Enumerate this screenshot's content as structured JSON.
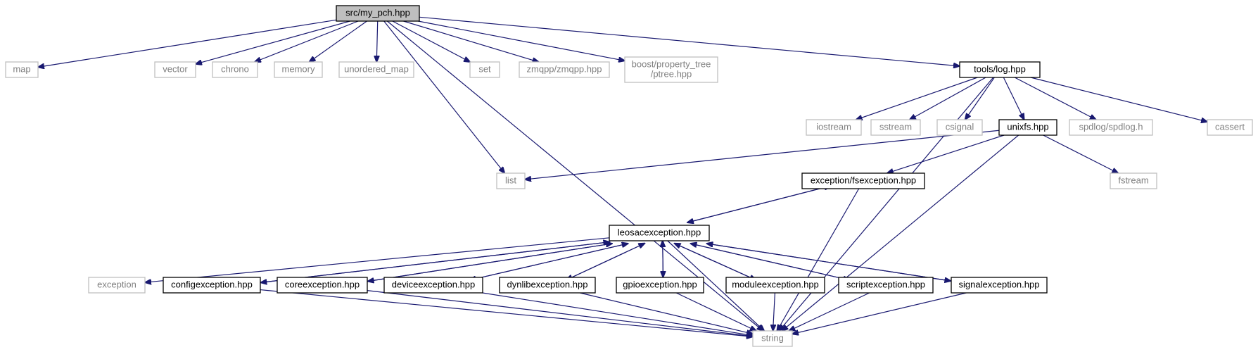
{
  "graph": {
    "nodes": [
      {
        "id": "my_pch",
        "label": "src/my_pch.hpp",
        "kind": "root"
      },
      {
        "id": "map",
        "label": "map",
        "kind": "external"
      },
      {
        "id": "vector",
        "label": "vector",
        "kind": "external"
      },
      {
        "id": "chrono",
        "label": "chrono",
        "kind": "external"
      },
      {
        "id": "memory",
        "label": "memory",
        "kind": "external"
      },
      {
        "id": "unordered_map",
        "label": "unordered_map",
        "kind": "external"
      },
      {
        "id": "set",
        "label": "set",
        "kind": "external"
      },
      {
        "id": "zmqpp",
        "label": "zmqpp/zmqpp.hpp",
        "kind": "external"
      },
      {
        "id": "ptree",
        "label": "boost/property_tree\n/ptree.hpp",
        "kind": "external"
      },
      {
        "id": "log",
        "label": "tools/log.hpp",
        "kind": "project"
      },
      {
        "id": "iostream",
        "label": "iostream",
        "kind": "external"
      },
      {
        "id": "sstream",
        "label": "sstream",
        "kind": "external"
      },
      {
        "id": "csignal",
        "label": "csignal",
        "kind": "external"
      },
      {
        "id": "unixfs",
        "label": "unixfs.hpp",
        "kind": "project"
      },
      {
        "id": "spdlog",
        "label": "spdlog/spdlog.h",
        "kind": "external"
      },
      {
        "id": "cassert",
        "label": "cassert",
        "kind": "external"
      },
      {
        "id": "list",
        "label": "list",
        "kind": "external"
      },
      {
        "id": "fsexception",
        "label": "exception/fsexception.hpp",
        "kind": "project"
      },
      {
        "id": "fstream",
        "label": "fstream",
        "kind": "external"
      },
      {
        "id": "leosac",
        "label": "leosacexception.hpp",
        "kind": "project"
      },
      {
        "id": "exception",
        "label": "exception",
        "kind": "external"
      },
      {
        "id": "configex",
        "label": "configexception.hpp",
        "kind": "project"
      },
      {
        "id": "coreex",
        "label": "coreexception.hpp",
        "kind": "project"
      },
      {
        "id": "deviceex",
        "label": "deviceexception.hpp",
        "kind": "project"
      },
      {
        "id": "dynlibex",
        "label": "dynlibexception.hpp",
        "kind": "project"
      },
      {
        "id": "gpioex",
        "label": "gpioexception.hpp",
        "kind": "project"
      },
      {
        "id": "moduleex",
        "label": "moduleexception.hpp",
        "kind": "project"
      },
      {
        "id": "scriptex",
        "label": "scriptexception.hpp",
        "kind": "project"
      },
      {
        "id": "signalex",
        "label": "signalexception.hpp",
        "kind": "project"
      },
      {
        "id": "string",
        "label": "string",
        "kind": "external"
      }
    ],
    "edges": [
      [
        "my_pch",
        "map"
      ],
      [
        "my_pch",
        "vector"
      ],
      [
        "my_pch",
        "chrono"
      ],
      [
        "my_pch",
        "memory"
      ],
      [
        "my_pch",
        "unordered_map"
      ],
      [
        "my_pch",
        "set"
      ],
      [
        "my_pch",
        "zmqpp"
      ],
      [
        "my_pch",
        "ptree"
      ],
      [
        "my_pch",
        "log"
      ],
      [
        "my_pch",
        "list"
      ],
      [
        "my_pch",
        "string"
      ],
      [
        "log",
        "iostream"
      ],
      [
        "log",
        "sstream"
      ],
      [
        "log",
        "csignal"
      ],
      [
        "log",
        "unixfs"
      ],
      [
        "log",
        "spdlog"
      ],
      [
        "log",
        "cassert"
      ],
      [
        "log",
        "string"
      ],
      [
        "unixfs",
        "list"
      ],
      [
        "unixfs",
        "fsexception"
      ],
      [
        "unixfs",
        "fstream"
      ],
      [
        "unixfs",
        "string"
      ],
      [
        "fsexception",
        "leosac"
      ],
      [
        "fsexception",
        "string"
      ],
      [
        "leosac",
        "fsexception"
      ],
      [
        "leosac",
        "exception"
      ],
      [
        "leosac",
        "configex"
      ],
      [
        "leosac",
        "coreex"
      ],
      [
        "leosac",
        "deviceex"
      ],
      [
        "leosac",
        "dynlibex"
      ],
      [
        "leosac",
        "gpioex"
      ],
      [
        "leosac",
        "moduleex"
      ],
      [
        "leosac",
        "scriptex"
      ],
      [
        "leosac",
        "signalex"
      ],
      [
        "leosac",
        "string"
      ],
      [
        "configex",
        "leosac"
      ],
      [
        "coreex",
        "leosac"
      ],
      [
        "deviceex",
        "leosac"
      ],
      [
        "dynlibex",
        "leosac"
      ],
      [
        "gpioex",
        "leosac"
      ],
      [
        "moduleex",
        "leosac"
      ],
      [
        "scriptex",
        "leosac"
      ],
      [
        "signalex",
        "leosac"
      ],
      [
        "configex",
        "string"
      ],
      [
        "coreex",
        "string"
      ],
      [
        "deviceex",
        "string"
      ],
      [
        "dynlibex",
        "string"
      ],
      [
        "gpioex",
        "string"
      ],
      [
        "moduleex",
        "string"
      ],
      [
        "scriptex",
        "string"
      ],
      [
        "signalex",
        "string"
      ]
    ]
  }
}
